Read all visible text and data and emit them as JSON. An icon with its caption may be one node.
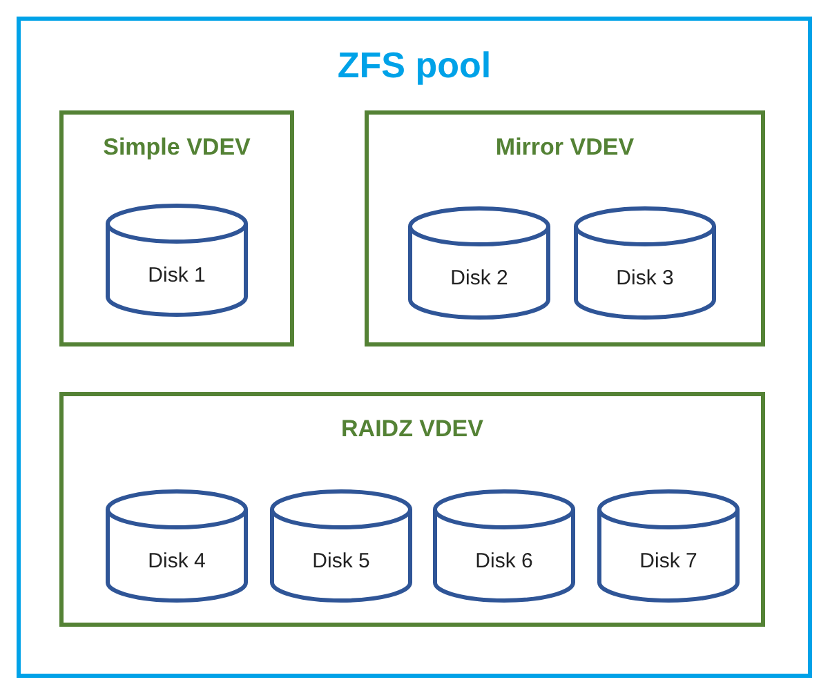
{
  "diagram": {
    "nodes": [
      {
        "text": [
          "ZFS pool"
        ]
      },
      {
        "text": [
          "Simple VDEV"
        ],
        "in": 0
      },
      {
        "text": [
          "Disk 1"
        ],
        "in": 1
      },
      {
        "text": [
          "Mirror VDEV"
        ],
        "in": 0
      },
      {
        "text": [
          "Disk 2"
        ],
        "in": 3
      },
      {
        "text": [
          "Disk 3"
        ],
        "in": 3
      },
      {
        "text": [
          "RAIDZ VDEV"
        ],
        "in": 0
      },
      {
        "text": [
          "Disk 4"
        ],
        "in": 6
      },
      {
        "text": [
          "Disk 5"
        ],
        "in": 6
      },
      {
        "text": [
          "Disk 6"
        ],
        "in": 6
      },
      {
        "text": [
          "Disk 7"
        ],
        "in": 6
      }
    ]
  }
}
